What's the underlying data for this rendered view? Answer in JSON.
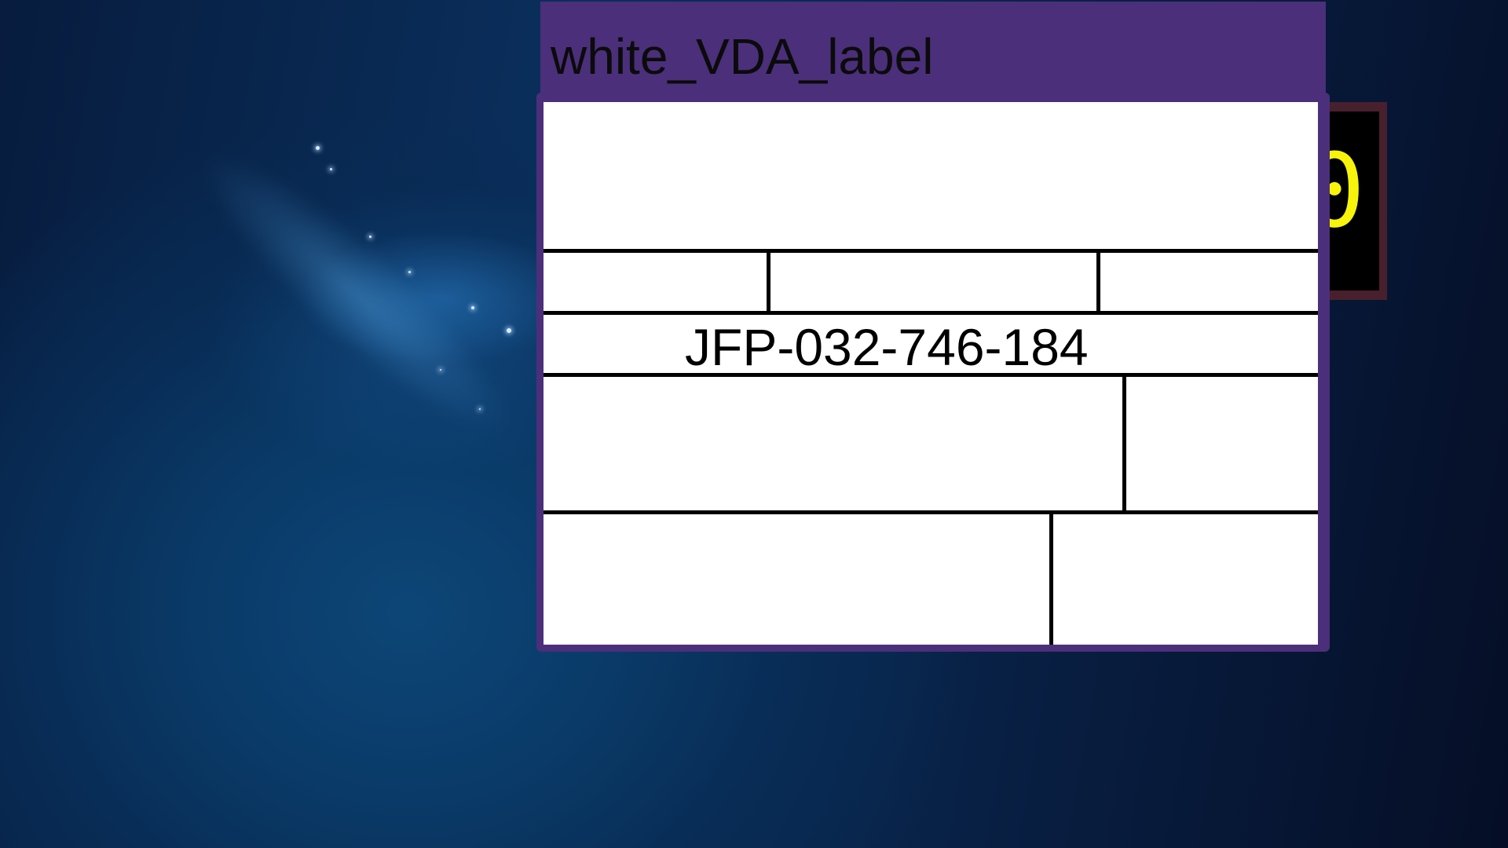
{
  "window": {
    "title": "white_VDA_label",
    "frame_color": "#4b2f7a"
  },
  "label": {
    "code": "JFP-032-746-184"
  },
  "background_window": {
    "accent_color": "#f7f30a",
    "frame_color": "#48202d"
  },
  "desktop": {
    "wallpaper": "blue galaxy"
  }
}
